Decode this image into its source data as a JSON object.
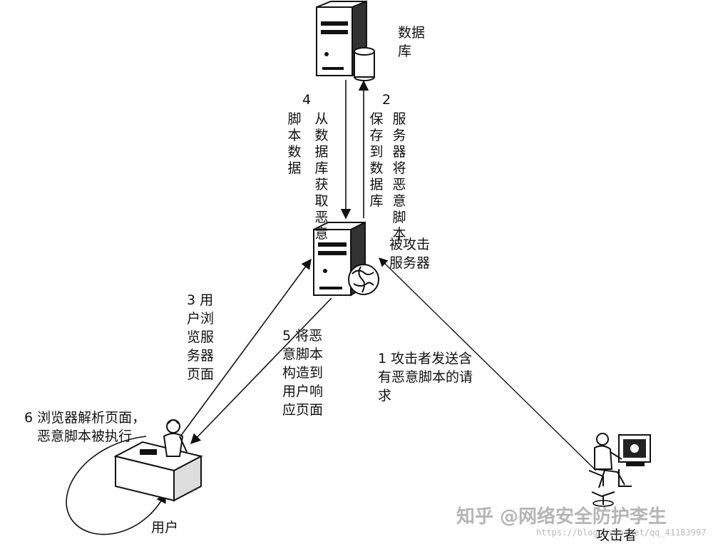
{
  "nodes": {
    "database": "数据库",
    "server": "被攻击服务器",
    "user": "用户",
    "attacker": "攻击者"
  },
  "steps": {
    "s1": "1 攻击者发送含有恶意脚本的请求",
    "s2_num": "2",
    "s2_col1": "保存到数据库",
    "s2_col2": "服务器将恶意脚本",
    "s3": "3 用户浏览服务器页面",
    "s4_num": "4",
    "s4_col1": "脚本数据",
    "s4_col2": "从数据库获取恶意",
    "s5": "5 将恶意脚本构造到用户响应页面",
    "s6_line1": "6 浏览器解析页面，",
    "s6_line2": "恶意脚本被执行"
  },
  "watermark": {
    "main": "知乎 @网络安全防护李生",
    "url": "https://blog.csdn.net/qq_41183997"
  }
}
